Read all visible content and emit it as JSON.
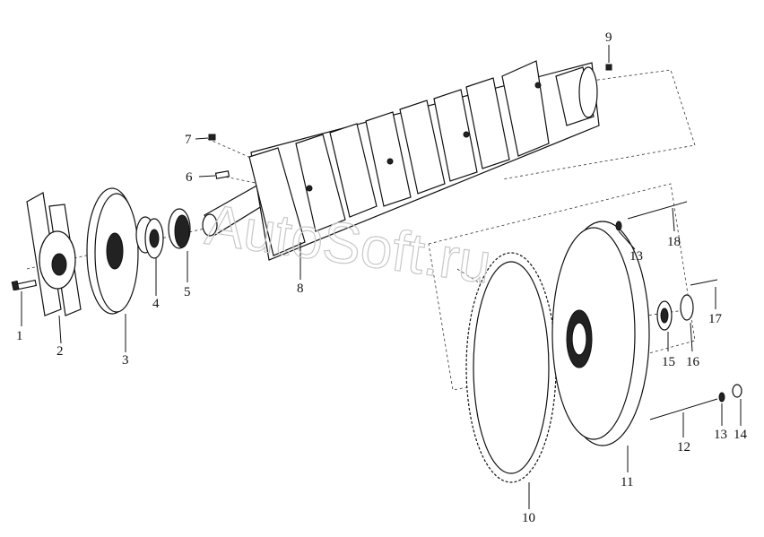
{
  "watermark": "AutoSoft.ru",
  "callouts": [
    {
      "id": "1",
      "text": "1"
    },
    {
      "id": "2",
      "text": "2"
    },
    {
      "id": "3",
      "text": "3"
    },
    {
      "id": "4",
      "text": "4"
    },
    {
      "id": "5",
      "text": "5"
    },
    {
      "id": "6",
      "text": "6"
    },
    {
      "id": "7",
      "text": "7"
    },
    {
      "id": "8",
      "text": "8"
    },
    {
      "id": "9",
      "text": "9"
    },
    {
      "id": "10",
      "text": "10"
    },
    {
      "id": "11",
      "text": "11"
    },
    {
      "id": "12",
      "text": "12"
    },
    {
      "id": "13a",
      "text": "13"
    },
    {
      "id": "13b",
      "text": "13"
    },
    {
      "id": "14",
      "text": "14"
    },
    {
      "id": "15",
      "text": "15"
    },
    {
      "id": "16",
      "text": "16"
    },
    {
      "id": "17",
      "text": "17"
    },
    {
      "id": "18",
      "text": "18"
    }
  ]
}
